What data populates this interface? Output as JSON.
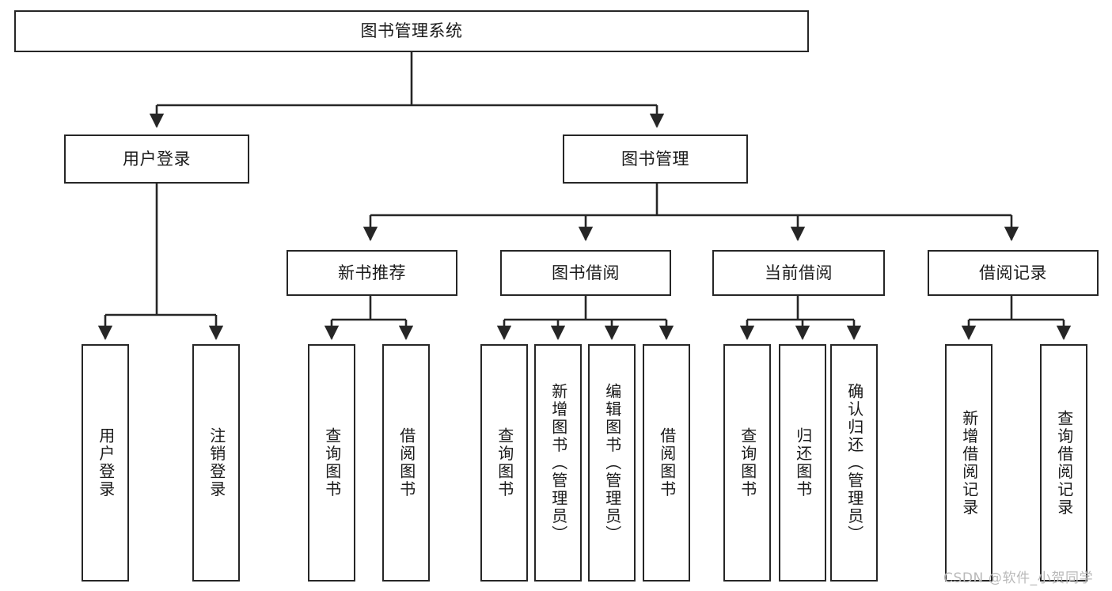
{
  "diagram": {
    "title": "图书管理系统",
    "type": "hierarchy-tree",
    "watermark": "CSDN @软件_小贺同学",
    "colors": {
      "box_border": "#262626",
      "box_fill": "#ffffff",
      "connector": "#262626",
      "text": "#1a1a1a",
      "watermark": "#b9b9b9"
    },
    "levels": {
      "root": "图书管理系统",
      "level2": [
        "用户登录",
        "图书管理"
      ],
      "level3": [
        "新书推荐",
        "图书借阅",
        "当前借阅",
        "借阅记录"
      ]
    },
    "nodes": {
      "root": {
        "label": "图书管理系统"
      },
      "user_login": {
        "label": "用户登录"
      },
      "book_manage": {
        "label": "图书管理"
      },
      "new_book_rec": {
        "label": "新书推荐"
      },
      "book_borrow": {
        "label": "图书借阅"
      },
      "current_borrow": {
        "label": "当前借阅"
      },
      "borrow_record": {
        "label": "借阅记录"
      },
      "leaf_user_login": {
        "label": "用户登录"
      },
      "leaf_logout": {
        "label": "注销登录"
      },
      "leaf_query_book_1": {
        "label": "查询图书"
      },
      "leaf_borrow_book_1": {
        "label": "借阅图书"
      },
      "leaf_query_book_2": {
        "label": "查询图书"
      },
      "leaf_add_book": {
        "label": "新增图书（管理员）"
      },
      "leaf_edit_book": {
        "label": "编辑图书（管理员）"
      },
      "leaf_borrow_book_2": {
        "label": "借阅图书"
      },
      "leaf_query_book_3": {
        "label": "查询图书"
      },
      "leaf_return_book": {
        "label": "归还图书"
      },
      "leaf_confirm_return": {
        "label": "确认归还（管理员）"
      },
      "leaf_add_record": {
        "label": "新增借阅记录"
      },
      "leaf_query_record": {
        "label": "查询借阅记录"
      }
    }
  }
}
